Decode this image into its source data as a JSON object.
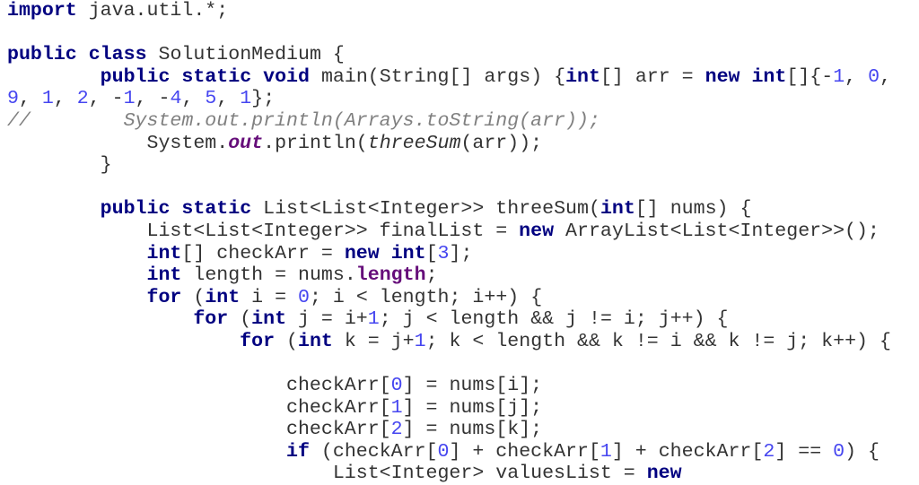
{
  "editor": {
    "language": "java",
    "colors": {
      "keyword": "#000080",
      "number": "#4646f0",
      "comment": "#808080",
      "field": "#660e7a",
      "text": "#333333",
      "background": "#ffffff"
    },
    "lines": [
      {
        "tokens": [
          {
            "t": "kw",
            "v": "import"
          },
          {
            "t": "tx",
            "v": " java.util.*;"
          }
        ]
      },
      {
        "tokens": []
      },
      {
        "tokens": [
          {
            "t": "kw",
            "v": "public"
          },
          {
            "t": "tx",
            "v": " "
          },
          {
            "t": "kw",
            "v": "class"
          },
          {
            "t": "tx",
            "v": " SolutionMedium {"
          }
        ]
      },
      {
        "tokens": [
          {
            "t": "tx",
            "v": "        "
          },
          {
            "t": "kw",
            "v": "public"
          },
          {
            "t": "tx",
            "v": " "
          },
          {
            "t": "kw",
            "v": "static"
          },
          {
            "t": "tx",
            "v": " "
          },
          {
            "t": "kw",
            "v": "void"
          },
          {
            "t": "tx",
            "v": " main(String[] args) {"
          },
          {
            "t": "kw",
            "v": "int"
          },
          {
            "t": "tx",
            "v": "[] arr = "
          },
          {
            "t": "kw",
            "v": "new"
          },
          {
            "t": "tx",
            "v": " "
          },
          {
            "t": "kw",
            "v": "int"
          },
          {
            "t": "tx",
            "v": "[]{-"
          },
          {
            "t": "num",
            "v": "1"
          },
          {
            "t": "tx",
            "v": ", "
          },
          {
            "t": "num",
            "v": "0"
          },
          {
            "t": "tx",
            "v": ","
          }
        ]
      },
      {
        "tokens": [
          {
            "t": "num",
            "v": "9"
          },
          {
            "t": "tx",
            "v": ", "
          },
          {
            "t": "num",
            "v": "1"
          },
          {
            "t": "tx",
            "v": ", "
          },
          {
            "t": "num",
            "v": "2"
          },
          {
            "t": "tx",
            "v": ", -"
          },
          {
            "t": "num",
            "v": "1"
          },
          {
            "t": "tx",
            "v": ", -"
          },
          {
            "t": "num",
            "v": "4"
          },
          {
            "t": "tx",
            "v": ", "
          },
          {
            "t": "num",
            "v": "5"
          },
          {
            "t": "tx",
            "v": ", "
          },
          {
            "t": "num",
            "v": "1"
          },
          {
            "t": "tx",
            "v": "};"
          }
        ]
      },
      {
        "tokens": [
          {
            "t": "cm",
            "v": "//        System.out.println(Arrays.toString(arr));"
          }
        ]
      },
      {
        "tokens": [
          {
            "t": "tx",
            "v": "            System."
          },
          {
            "t": "fldi",
            "v": "out"
          },
          {
            "t": "tx",
            "v": ".println("
          },
          {
            "t": "it",
            "v": "threeSum"
          },
          {
            "t": "tx",
            "v": "(arr));"
          }
        ]
      },
      {
        "tokens": [
          {
            "t": "tx",
            "v": "        }"
          }
        ]
      },
      {
        "tokens": []
      },
      {
        "tokens": [
          {
            "t": "tx",
            "v": "        "
          },
          {
            "t": "kw",
            "v": "public"
          },
          {
            "t": "tx",
            "v": " "
          },
          {
            "t": "kw",
            "v": "static"
          },
          {
            "t": "tx",
            "v": " List<List<Integer>> threeSum("
          },
          {
            "t": "kw",
            "v": "int"
          },
          {
            "t": "tx",
            "v": "[] nums) {"
          }
        ]
      },
      {
        "tokens": [
          {
            "t": "tx",
            "v": "            List<List<Integer>> finalList = "
          },
          {
            "t": "kw",
            "v": "new"
          },
          {
            "t": "tx",
            "v": " ArrayList<List<Integer>>();"
          }
        ]
      },
      {
        "tokens": [
          {
            "t": "tx",
            "v": "            "
          },
          {
            "t": "kw",
            "v": "int"
          },
          {
            "t": "tx",
            "v": "[] checkArr = "
          },
          {
            "t": "kw",
            "v": "new"
          },
          {
            "t": "tx",
            "v": " "
          },
          {
            "t": "kw",
            "v": "int"
          },
          {
            "t": "tx",
            "v": "["
          },
          {
            "t": "num",
            "v": "3"
          },
          {
            "t": "tx",
            "v": "];"
          }
        ]
      },
      {
        "tokens": [
          {
            "t": "tx",
            "v": "            "
          },
          {
            "t": "kw",
            "v": "int"
          },
          {
            "t": "tx",
            "v": " length = nums."
          },
          {
            "t": "fld",
            "v": "length"
          },
          {
            "t": "tx",
            "v": ";"
          }
        ]
      },
      {
        "tokens": [
          {
            "t": "tx",
            "v": "            "
          },
          {
            "t": "kw",
            "v": "for"
          },
          {
            "t": "tx",
            "v": " ("
          },
          {
            "t": "kw",
            "v": "int"
          },
          {
            "t": "tx",
            "v": " i = "
          },
          {
            "t": "num",
            "v": "0"
          },
          {
            "t": "tx",
            "v": "; i < length; i++) {"
          }
        ]
      },
      {
        "tokens": [
          {
            "t": "tx",
            "v": "                "
          },
          {
            "t": "kw",
            "v": "for"
          },
          {
            "t": "tx",
            "v": " ("
          },
          {
            "t": "kw",
            "v": "int"
          },
          {
            "t": "tx",
            "v": " j = i+"
          },
          {
            "t": "num",
            "v": "1"
          },
          {
            "t": "tx",
            "v": "; j < length && j != i; j++) {"
          }
        ]
      },
      {
        "tokens": [
          {
            "t": "tx",
            "v": "                    "
          },
          {
            "t": "kw",
            "v": "for"
          },
          {
            "t": "tx",
            "v": " ("
          },
          {
            "t": "kw",
            "v": "int"
          },
          {
            "t": "tx",
            "v": " k = j+"
          },
          {
            "t": "num",
            "v": "1"
          },
          {
            "t": "tx",
            "v": "; k < length && k != i && k != j; k++) {"
          }
        ]
      },
      {
        "tokens": []
      },
      {
        "tokens": [
          {
            "t": "tx",
            "v": "                        checkArr["
          },
          {
            "t": "num",
            "v": "0"
          },
          {
            "t": "tx",
            "v": "] = nums[i];"
          }
        ]
      },
      {
        "tokens": [
          {
            "t": "tx",
            "v": "                        checkArr["
          },
          {
            "t": "num",
            "v": "1"
          },
          {
            "t": "tx",
            "v": "] = nums[j];"
          }
        ]
      },
      {
        "tokens": [
          {
            "t": "tx",
            "v": "                        checkArr["
          },
          {
            "t": "num",
            "v": "2"
          },
          {
            "t": "tx",
            "v": "] = nums[k];"
          }
        ]
      },
      {
        "tokens": [
          {
            "t": "tx",
            "v": "                        "
          },
          {
            "t": "kw",
            "v": "if"
          },
          {
            "t": "tx",
            "v": " (checkArr["
          },
          {
            "t": "num",
            "v": "0"
          },
          {
            "t": "tx",
            "v": "] + checkArr["
          },
          {
            "t": "num",
            "v": "1"
          },
          {
            "t": "tx",
            "v": "] + checkArr["
          },
          {
            "t": "num",
            "v": "2"
          },
          {
            "t": "tx",
            "v": "] == "
          },
          {
            "t": "num",
            "v": "0"
          },
          {
            "t": "tx",
            "v": ") {"
          }
        ]
      },
      {
        "tokens": [
          {
            "t": "tx",
            "v": "                            List<Integer> valuesList = "
          },
          {
            "t": "kw",
            "v": "new"
          }
        ]
      }
    ]
  }
}
